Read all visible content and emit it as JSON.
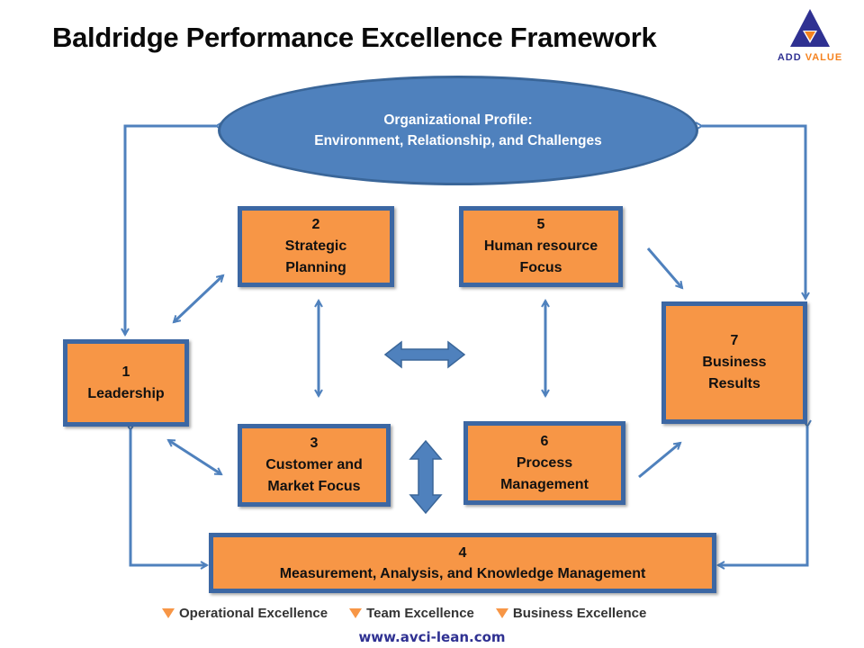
{
  "header": {
    "title": "Baldridge Performance Excellence Framework",
    "logo": {
      "icon": "triangle-logo-icon",
      "text_part1": "ADD ",
      "text_part2": "VALUE"
    }
  },
  "profile": {
    "line1": "Organizational Profile:",
    "line2": "Environment, Relationship, and Challenges"
  },
  "boxes": [
    {
      "number": "1",
      "line1": "Leadership",
      "line2": ""
    },
    {
      "number": "2",
      "line1": "Strategic",
      "line2": "Planning"
    },
    {
      "number": "3",
      "line1": "Customer and",
      "line2": "Market Focus"
    },
    {
      "number": "4",
      "line1": "Measurement, Analysis, and Knowledge Management",
      "line2": ""
    },
    {
      "number": "5",
      "line1": "Human resource",
      "line2": "Focus"
    },
    {
      "number": "6",
      "line1": "Process",
      "line2": "Management"
    },
    {
      "number": "7",
      "line1": "Business",
      "line2": "Results"
    }
  ],
  "legend": [
    {
      "icon": "orange-triangle-icon",
      "label": "Operational Excellence"
    },
    {
      "icon": "orange-triangle-icon",
      "label": "Team Excellence"
    },
    {
      "icon": "orange-triangle-icon",
      "label": "Business Excellence"
    }
  ],
  "footer": {
    "url": "www.avci-lean.com"
  },
  "colors": {
    "box_fill": "#f79646",
    "box_border": "#3c67a3",
    "ellipse_fill": "#4f81bd",
    "arrow": "#4f81bd"
  }
}
